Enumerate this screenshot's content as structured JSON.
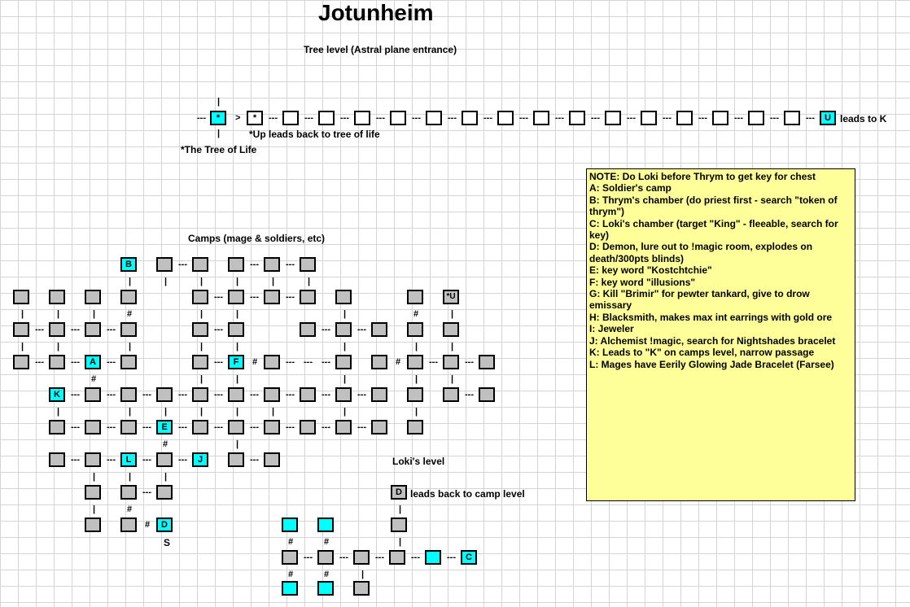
{
  "title": "Jotunheim",
  "labels": {
    "tree_level": "Tree level (Astral plane entrance)",
    "up_leads_back": "*Up leads back to tree of life",
    "tree_of_life": "*The Tree of Life",
    "leads_to_k": "leads to K",
    "camps": "Camps (mage & soldiers, etc)",
    "lokis_level": "Loki's level",
    "leads_back_camp": "leads back to camp level",
    "s_mark": "S"
  },
  "room_letters": {
    "star": "*",
    "u": "U",
    "b": "B",
    "star_u": "*U",
    "a": "A",
    "f": "F",
    "k": "K",
    "e": "E",
    "l": "L",
    "j": "J",
    "d": "D",
    "c": "C"
  },
  "notes": [
    "NOTE: Do Loki before Thrym to get key for chest",
    "A: Soldier's camp",
    "B: Thrym's chamber (do priest first - search \"token of thrym\")",
    "C: Loki's chamber (target \"King\" - fleeable, search for key)",
    "D: Demon, lure out to !magic room, explodes on death/300pts blinds)",
    "E: key word \"Kostchtchie\"",
    "F: key word \"illusions\"",
    "G: Kill \"Brimir\" for pewter tankard, give to drow emissary",
    "H: Blacksmith, makes max int earrings with gold ore",
    "I: Jeweler",
    "J: Alchemist !magic, search for Nightshades bracelet",
    "K: Leads to \"K\" on camps level, narrow passage",
    "L: Mages have Eerily Glowing Jade Bracelet (Farsee)"
  ],
  "colors": {
    "room_gray": "#c0c0c0",
    "room_special": "#00ffff",
    "note_bg": "#ffff99",
    "grid": "#d4d4d4"
  }
}
